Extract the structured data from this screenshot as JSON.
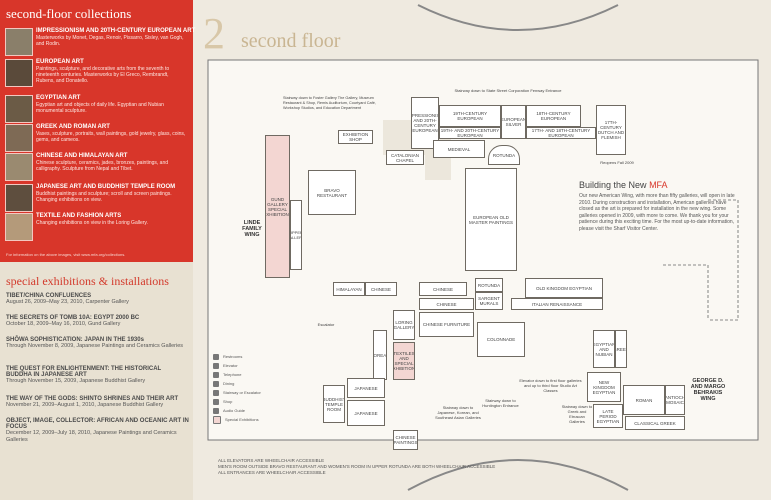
{
  "sidebar": {
    "collections_title": "second-floor collections",
    "collections": [
      {
        "title": "IMPRESSIONISM AND 20TH-CENTURY EUROPEAN ART",
        "desc": "Masterworks by Monet, Degas, Renoir, Pissarro, Sisley, van Gogh, and Rodin."
      },
      {
        "title": "EUROPEAN ART",
        "desc": "Paintings, sculpture, and decorative arts from the seventh to nineteenth centuries. Masterworks by El Greco, Rembrandt, Rubens, and Donatello."
      },
      {
        "title": "EGYPTIAN ART",
        "desc": "Egyptian art and objects of daily life. Egyptian and Nubian monumental sculpture."
      },
      {
        "title": "GREEK AND ROMAN ART",
        "desc": "Vases, sculpture, portraits, wall paintings, gold jewelry, glass, coins, gems, and cameos."
      },
      {
        "title": "CHINESE AND HIMALAYAN ART",
        "desc": "Chinese sculpture, ceramics, jades, bronzes, paintings, and calligraphy. Sculpture from Nepal and Tibet."
      },
      {
        "title": "JAPANESE ART AND BUDDHIST TEMPLE ROOM",
        "desc": "Buddhist paintings and sculpture; scroll and screen paintings. Changing exhibitions on view."
      },
      {
        "title": "TEXTILE AND FASHION ARTS",
        "desc": "Changing exhibitions on view in the Loring Gallery."
      }
    ],
    "info_note": "For information on the above images, visit www.mfa.org/collections.",
    "special_title": "special exhibitions & installations",
    "exhibitions": [
      {
        "title": "TIBET/CHINA CONFLUENCES",
        "desc": "August 26, 2009–May 23, 2010, Carpenter Gallery"
      },
      {
        "title": "THE SECRETS OF TOMB 10A: EGYPT 2000 BC",
        "desc": "October 18, 2009–May 16, 2010, Gund Gallery"
      },
      {
        "title": "SHŌWA SOPHISTICATION: JAPAN IN THE 1930s",
        "desc": "Through November 8, 2009, Japanese Paintings and Ceramics Galleries"
      },
      {
        "title": "THE QUEST FOR ENLIGHTENMENT: THE HISTORICAL BUDDHA IN JAPANESE ART",
        "desc": "Through November 15, 2009, Japanese Buddhist Gallery"
      },
      {
        "title": "THE WAY OF THE GODS: SHINTO SHRINES AND THEIR ART",
        "desc": "November 21, 2009–August 1, 2010, Japanese Buddhist Gallery"
      },
      {
        "title": "OBJECT, IMAGE, COLLECTOR: AFRICAN AND OCEANIC ART IN FOCUS",
        "desc": "December 12, 2009–July 18, 2010, Japanese Paintings and Ceramics Galleries"
      }
    ]
  },
  "map": {
    "floor_number": "2",
    "floor_name": "second floor",
    "rooms": {
      "impressionism": "IMPRESSIONISM AND 20TH-CENTURY EUROPEAN",
      "exhibition_shop": "EXHIBITION SHOP",
      "catalonian": "CATALONIAN CHAPEL",
      "c19_20_a": "19TH-CENTURY EUROPEAN",
      "c19_20_b": "19TH- AND 20TH-CENTURY EUROPEAN",
      "european_silver": "EUROPEAN SILVER",
      "c18_a": "18TH-CENTURY EUROPEAN",
      "c17_18": "17TH- AND 18TH-CENTURY EUROPEAN",
      "dutch": "17TH-CENTURY DUTCH AND FLEMISH",
      "medieval": "MEDIEVAL",
      "rotunda_top": "ROTUNDA",
      "old_master": "EUROPEAN OLD MASTER PAINTINGS",
      "gund": "GUND GALLERY SPECIAL EXHIBITIONS",
      "bravo": "BRAVO RESTAURANT",
      "himalayan": "HIMALAYAN",
      "chinese1": "CHINESE",
      "chinese2": "CHINESE",
      "chinese3": "CHINESE",
      "chinese_furniture": "CHINESE FURNITURE",
      "rotunda": "ROTUNDA",
      "sargent": "SARGENT MURALS",
      "old_kingdom": "OLD KINGDOM EGYPTIAN",
      "italian": "ITALIAN RENAISSANCE",
      "korean": "KOREAN",
      "loring": "LORING GALLERY",
      "textiles": "TEXTILES AND SPECIAL EXHIBITIONS",
      "colonnade": "COLONNADE",
      "egyptian_nubian": "EGYPTIAN AND NUBIAN",
      "greek": "GREEK",
      "new_kingdom": "NEW KINGDOM EGYPTIAN",
      "roman": "ROMAN",
      "antioch": "ANTIOCH MOSAIC",
      "late_period": "LATE PERIOD EGYPTIAN",
      "classical_greek": "CLASSICAL GREEK",
      "japanese_temple": "BUDDHIST TEMPLE ROOM",
      "japanese": "JAPANESE",
      "japanese2": "JAPANESE",
      "chinese_paintings": "CHINESE PAINTINGS",
      "linde": "LINDE FAMILY WING",
      "behrakis": "GEORGE D. AND MARGO BEHRAKIS WING",
      "upper_galleria": "UPPER GALLERIA"
    },
    "notes": {
      "stairway_top": "Stairway down to State Street Corporation Fenway Entrance",
      "foster": "Stairway down to Foster Gallery The Gallery, Museum Restaurant & Shop, Remis Auditorium, Courtyard Café, Workshop Studios, and Education Department",
      "reopens": "Reopens Fall 2009",
      "escalator": "Escalator",
      "stair_korean": "Stairway down to Japanese, Korean, and Southeast Asian Galleries",
      "stair_huntington": "Stairway down to Huntington Entrance",
      "elevator_note": "Elevator down to first floor galleries and up to third floor Studio Art Classes",
      "stair_greek": "Stairway down to Greek and Etruscan Galleries"
    },
    "building_new": {
      "title_pre": "Building the New",
      "title_accent": "MFA",
      "text": "Our new American Wing, with more than fifty galleries, will open in late 2010. During construction and installation, American galleries have closed as the art is prepared for installation in the new wing. Some galleries opened in 2009, with more to come. We thank you for your patience during this exciting time. For the most up-to-date information, please visit the Sharf Visitor Center."
    },
    "legend": [
      "Restrooms",
      "Elevator",
      "Telephone",
      "Dining",
      "Stairway or Escalator",
      "Shop",
      "Audio Guide",
      "Special Exhibitions"
    ],
    "access_note": [
      "ALL ELEVATORS ARE WHEELCHAIR ACCESSIBLE",
      "MEN'S ROOM OUTSIDE BRAVO RESTAURANT AND WOMEN'S ROOM IN UPPER ROTUNDA ARE BOTH WHEELCHAIR ACCESSIBLE",
      "ALL ENTRANCES ARE WHEELCHAIR ACCESSIBLE"
    ]
  }
}
